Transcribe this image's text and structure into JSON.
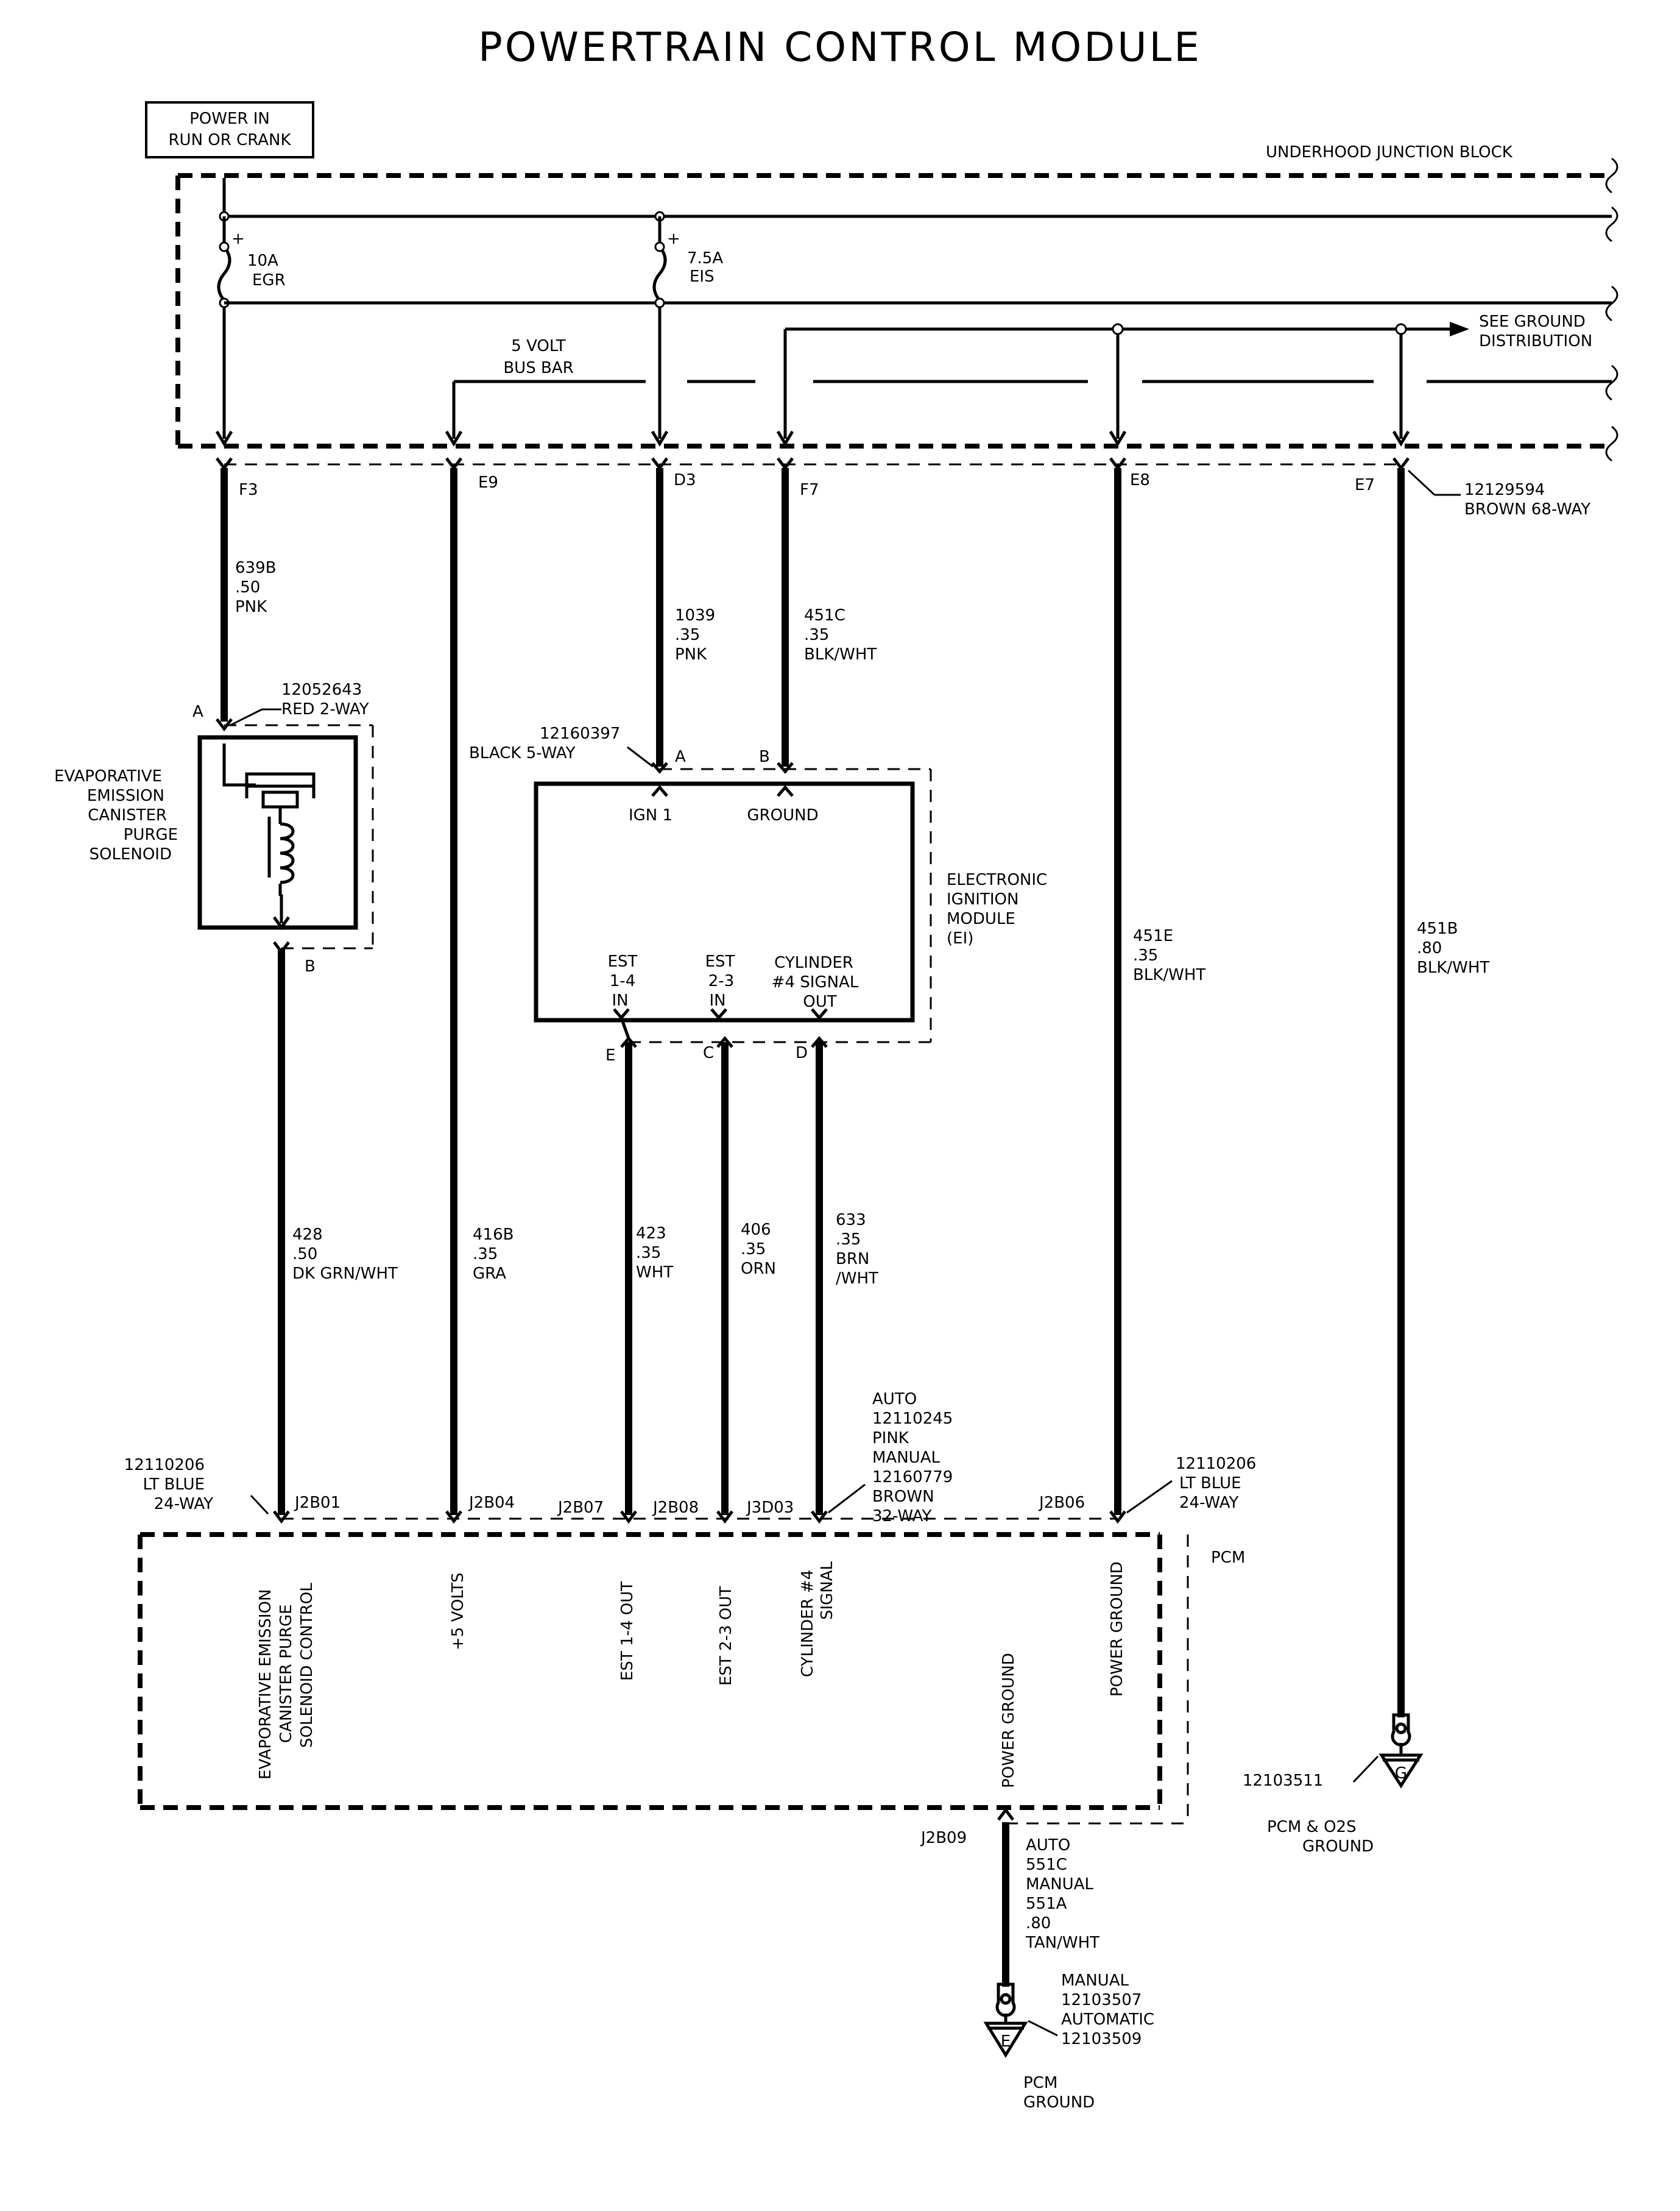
{
  "title": "POWERTRAIN CONTROL MODULE",
  "power_box": {
    "line1": "POWER IN",
    "line2": "RUN OR CRANK"
  },
  "junction_block": {
    "name": "UNDERHOOD JUNCTION BLOCK",
    "fuse_egr": {
      "rating": "10A",
      "name": "EGR"
    },
    "fuse_eis": {
      "rating": "7.5A",
      "name": "EIS"
    },
    "bus_bar": {
      "line1": "5 VOLT",
      "line2": "BUS BAR"
    },
    "ground_ref": {
      "line1": "SEE GROUND",
      "line2": "DISTRIBUTION"
    },
    "connector": {
      "part": "12129594",
      "desc": "BROWN 68-WAY"
    },
    "pins": [
      "F3",
      "E9",
      "D3",
      "F7",
      "E8",
      "E7"
    ]
  },
  "wires": {
    "w639b": {
      "circuit": "639B",
      "gauge": ".50",
      "color": "PNK"
    },
    "w1039": {
      "circuit": "1039",
      "gauge": ".35",
      "color": "PNK"
    },
    "w451c": {
      "circuit": "451C",
      "gauge": ".35",
      "color": "BLK/WHT"
    },
    "w451e": {
      "circuit": "451E",
      "gauge": ".35",
      "color": "BLK/WHT"
    },
    "w451b": {
      "circuit": "451B",
      "gauge": ".80",
      "color": "BLK/WHT"
    },
    "w428": {
      "circuit": "428",
      "gauge": ".50",
      "color": "DK GRN/WHT"
    },
    "w416b": {
      "circuit": "416B",
      "gauge": ".35",
      "color": "GRA"
    },
    "w423": {
      "circuit": "423",
      "gauge": ".35",
      "color": "WHT"
    },
    "w406": {
      "circuit": "406",
      "gauge": ".35",
      "color": "ORN"
    },
    "w633": {
      "circuit": "633",
      "gauge": ".35",
      "color1": "BRN",
      "color2": "/WHT"
    },
    "w551": {
      "line1": "AUTO",
      "line2": "551C",
      "line3": "MANUAL",
      "line4": "551A",
      "gauge": ".80",
      "color": "TAN/WHT"
    }
  },
  "purge_solenoid": {
    "name_lines": [
      "EVAPORATIVE",
      "EMISSION",
      "CANISTER",
      "PURGE",
      "SOLENOID"
    ],
    "connector_part": "12052643",
    "connector_desc": "RED 2-WAY",
    "pin_a": "A",
    "pin_b": "B"
  },
  "ei_module": {
    "name_lines": [
      "ELECTRONIC",
      "IGNITION",
      "MODULE",
      "(EI)"
    ],
    "connector_part": "12160397",
    "connector_desc": "BLACK 5-WAY",
    "pin_a": "A",
    "pin_b": "B",
    "pin_e": "E",
    "pin_c": "C",
    "pin_d": "D",
    "ign1": "IGN 1",
    "ground": "GROUND",
    "est14": [
      "EST",
      "1-4",
      "IN"
    ],
    "est23": [
      "EST",
      "2-3",
      "IN"
    ],
    "cyl4": [
      "CYLINDER",
      "#4  SIGNAL",
      "OUT"
    ]
  },
  "pcm": {
    "name": "PCM",
    "left_conn": {
      "part": "12110206",
      "color": "LT BLUE",
      "ways": "24-WAY"
    },
    "right_conn": {
      "part": "12110206",
      "color": "LT BLUE",
      "ways": "24-WAY"
    },
    "mid_conn": {
      "auto": "AUTO",
      "auto_part": "12110245",
      "auto_color": "PINK",
      "manual": "MANUAL",
      "manual_part": "12160779",
      "manual_color": "BROWN",
      "ways": "32-WAY"
    },
    "pins": {
      "j2b01": "J2B01",
      "j2b04": "J2B04",
      "j2b07": "J2B07",
      "j2b08": "J2B08",
      "j3d03": "J3D03",
      "j2b06": "J2B06",
      "j2b09": "J2B09"
    },
    "labels": {
      "evap1": "EVAPORATIVE EMISSION",
      "evap2": "CANISTER PURGE",
      "evap3": "SOLENOID CONTROL",
      "v5": "+5 VOLTS",
      "est14": "EST 1-4 OUT",
      "est23": "EST 2-3 OUT",
      "cyl1": "CYLINDER #4",
      "cyl2": "SIGNAL",
      "pg_inner": "POWER GROUND",
      "pg_right": "POWER GROUND"
    }
  },
  "grounds": {
    "g": {
      "letter": "G",
      "part": "12103511",
      "name1": "PCM & O2S",
      "name2": "GROUND"
    },
    "e": {
      "letter": "E",
      "manual": "MANUAL",
      "manual_part": "12103507",
      "auto": "AUTOMATIC",
      "auto_part": "12103509",
      "name1": "PCM",
      "name2": "GROUND"
    }
  }
}
